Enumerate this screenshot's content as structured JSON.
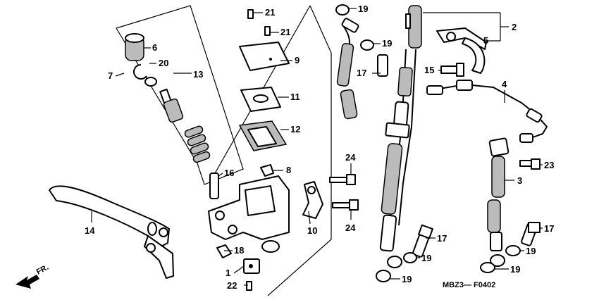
{
  "callouts": {
    "c1": "1",
    "c2": "2",
    "c3": "3",
    "c4": "4",
    "c5": "5",
    "c6": "6",
    "c7": "7",
    "c8": "8",
    "c9": "9",
    "c10": "10",
    "c11": "11",
    "c12": "12",
    "c13": "13",
    "c14": "14",
    "c15": "15",
    "c16": "16",
    "c17a": "17",
    "c17b": "17",
    "c17c": "17",
    "c18": "18",
    "c19a": "19",
    "c19b": "19",
    "c19c": "19",
    "c19d": "19",
    "c19e": "19",
    "c20": "20",
    "c21a": "21",
    "c21b": "21",
    "c22": "22",
    "c23": "23",
    "c24a": "24",
    "c24b": "24"
  },
  "direction_label": "FR.",
  "figure_code": "MBZ3— F0402"
}
